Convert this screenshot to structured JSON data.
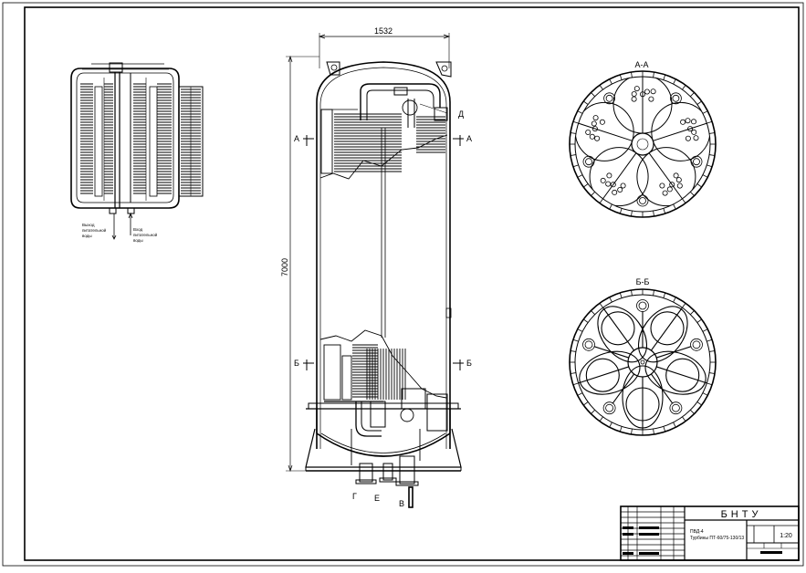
{
  "drawing": {
    "dimension_width": "1532",
    "dimension_height": "7000",
    "section_a_mark": "А",
    "section_b_mark": "Б",
    "mark_d": "Д",
    "nozzle_g": "Г",
    "nozzle_e": "Е",
    "nozzle_v": "В",
    "section_aa_title": "А-А",
    "section_bb_title": "Б-Б",
    "outlet_label_line1": "Выход",
    "outlet_label_line2": "питательной",
    "outlet_label_line3": "воды",
    "inlet_label_line1": "Вход",
    "inlet_label_line2": "питательной",
    "inlet_label_line3": "воды"
  },
  "title_block": {
    "organization": "БНТУ",
    "title_line1": "ПВД-4",
    "title_line2": "Турбины ПТ-60/75-130/13",
    "scale": "1:20"
  },
  "colors": {
    "ink": "#000000",
    "paper": "#ffffff"
  }
}
